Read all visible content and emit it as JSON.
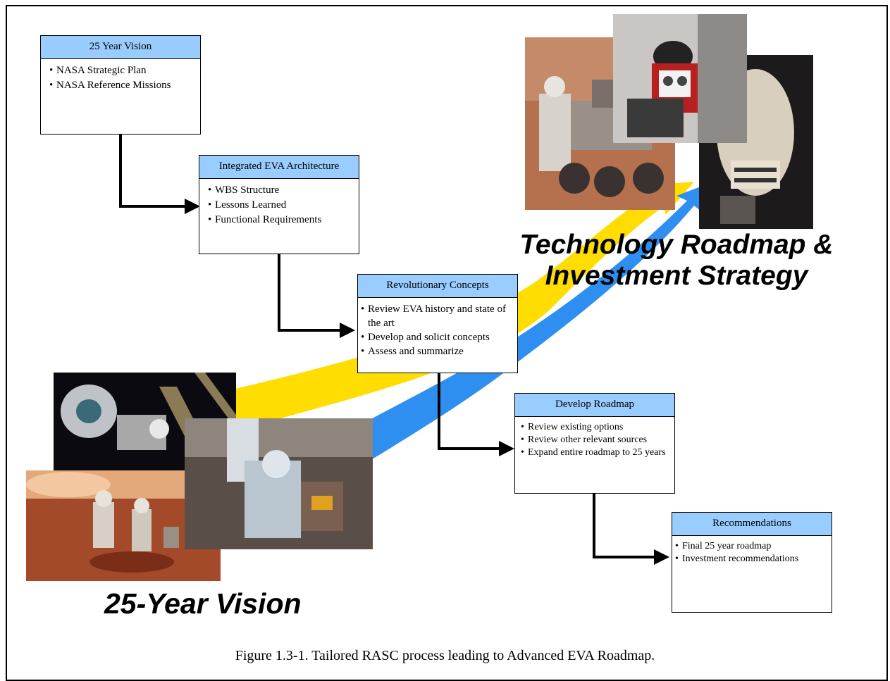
{
  "boxes": {
    "vision": {
      "title": "25 Year Vision",
      "items": [
        "NASA Strategic Plan",
        "NASA Reference Missions"
      ]
    },
    "architecture": {
      "title": "Integrated EVA Architecture",
      "items": [
        "WBS Structure",
        "Lessons Learned",
        "Functional Requirements"
      ]
    },
    "concepts": {
      "title": "Revolutionary Concepts",
      "items": [
        "Review EVA history and state of the art",
        "Develop and solicit concepts",
        "Assess and summarize"
      ]
    },
    "roadmap": {
      "title": "Develop Roadmap",
      "items": [
        "Review existing options",
        "Review other relevant sources",
        "Expand entire roadmap to 25 years"
      ]
    },
    "recommendations": {
      "title": "Recommendations",
      "items": [
        "Final 25 year roadmap",
        "Investment recommendations"
      ]
    }
  },
  "labels": {
    "tech_line1": "Technology Roadmap &",
    "tech_line2": "Investment Strategy",
    "vision": "25-Year Vision"
  },
  "caption": "Figure 1.3-1.  Tailored RASC process leading to Advanced EVA Roadmap.",
  "colors": {
    "header_fill": "#99ccff",
    "yellow_arrow": "#ffdd00",
    "blue_arrow": "#2f8ff0"
  },
  "photos": [
    "space-station-eva-photo",
    "mars-astronauts-photo",
    "lunar-suit-photo",
    "mars-rover-photo",
    "vr-suit-test-photo",
    "eva-glove-photo"
  ]
}
